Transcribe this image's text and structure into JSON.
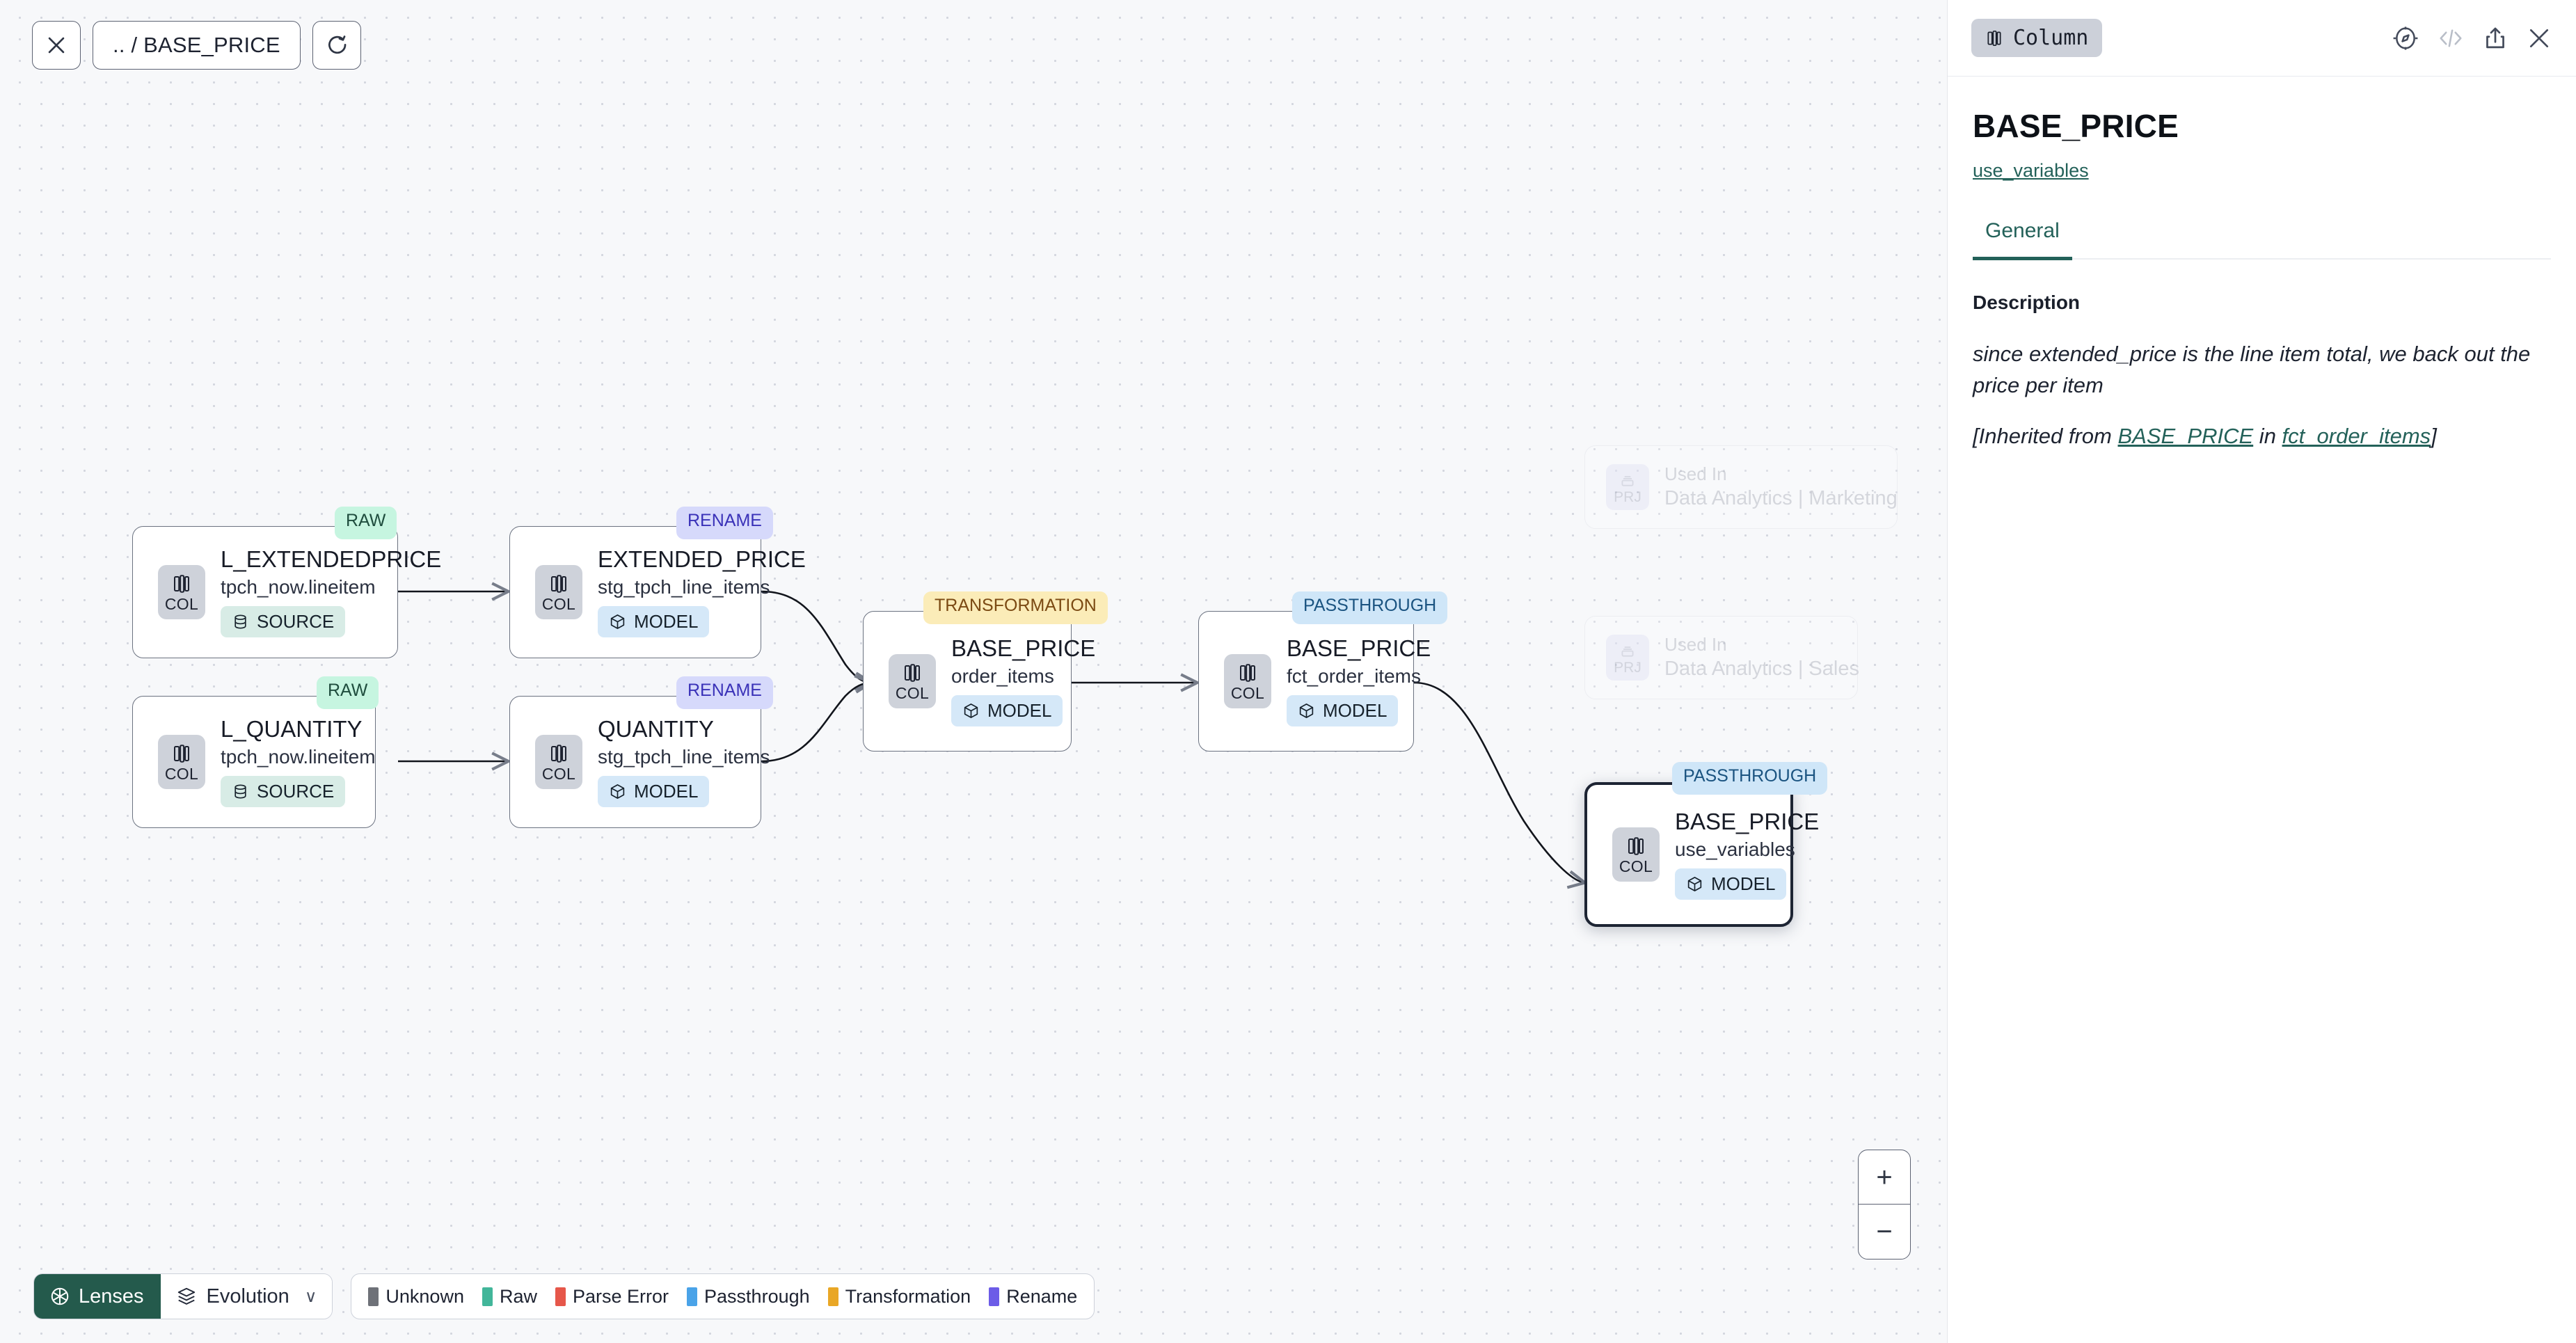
{
  "toolbar": {
    "close_label": "close-icon",
    "breadcrumb": ".. / BASE_PRICE",
    "refresh_label": "refresh-icon"
  },
  "graph": {
    "nodes": [
      {
        "title": "L_EXTENDEDPRICE",
        "subtitle": "tpch_now.lineitem",
        "kind": "SOURCE",
        "type_chip": "COL",
        "badge": "RAW"
      },
      {
        "title": "L_QUANTITY",
        "subtitle": "tpch_now.lineitem",
        "kind": "SOURCE",
        "type_chip": "COL",
        "badge": "RAW"
      },
      {
        "title": "EXTENDED_PRICE",
        "subtitle": "stg_tpch_line_items",
        "kind": "MODEL",
        "type_chip": "COL",
        "badge": "RENAME"
      },
      {
        "title": "QUANTITY",
        "subtitle": "stg_tpch_line_items",
        "kind": "MODEL",
        "type_chip": "COL",
        "badge": "RENAME"
      },
      {
        "title": "BASE_PRICE",
        "subtitle": "order_items",
        "kind": "MODEL",
        "type_chip": "COL",
        "badge": "TRANSFORMATION"
      },
      {
        "title": "BASE_PRICE",
        "subtitle": "fct_order_items",
        "kind": "MODEL",
        "type_chip": "COL",
        "badge": "PASSTHROUGH"
      },
      {
        "title": "BASE_PRICE",
        "subtitle": "use_variables",
        "kind": "MODEL",
        "type_chip": "COL",
        "badge": "PASSTHROUGH"
      }
    ],
    "ghost_cards": [
      {
        "label": "Used In",
        "value": "Data Analytics | Marketing",
        "type_chip": "PRJ"
      },
      {
        "label": "Used In",
        "value": "Data Analytics | Sales",
        "type_chip": "PRJ"
      }
    ]
  },
  "bottom": {
    "lenses_label": "Lenses",
    "evolution_label": "Evolution",
    "chevron": "∨",
    "legend": [
      {
        "label": "Unknown",
        "color": "#6e7178"
      },
      {
        "label": "Raw",
        "color": "#42b69a"
      },
      {
        "label": "Parse Error",
        "color": "#e6574a"
      },
      {
        "label": "Passthrough",
        "color": "#4aa3e8"
      },
      {
        "label": "Transformation",
        "color": "#e9a726"
      },
      {
        "label": "Rename",
        "color": "#6c5ce7"
      }
    ],
    "zoom_in": "+",
    "zoom_out": "−"
  },
  "panel": {
    "type_chip": "Column",
    "column_name": "BASE_PRICE",
    "model_link": "use_variables",
    "tabs": [
      {
        "label": "General",
        "active": true
      }
    ],
    "description_label": "Description",
    "description_text": "since extended_price is the line item total, we back out the price per item",
    "inherited": {
      "prefix": "[Inherited from ",
      "source_column": "BASE_PRICE",
      "middle": " in ",
      "source_model": "fct_order_items",
      "suffix": "]"
    },
    "icons": [
      "compass-icon",
      "code-icon",
      "share-icon",
      "close-icon"
    ]
  }
}
